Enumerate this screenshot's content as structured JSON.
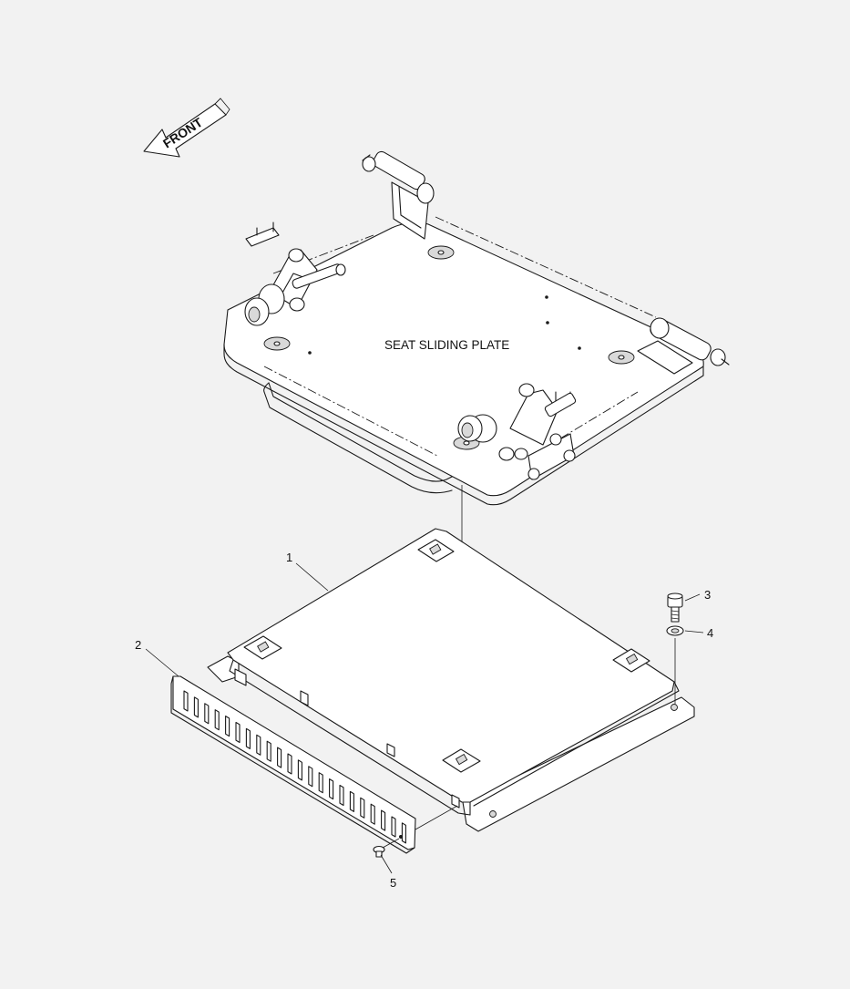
{
  "direction_arrow": {
    "label": "FRONT"
  },
  "assembly": {
    "label": "SEAT SLIDING PLATE"
  },
  "callouts": [
    {
      "number": "1"
    },
    {
      "number": "2"
    },
    {
      "number": "3"
    },
    {
      "number": "4"
    },
    {
      "number": "5"
    }
  ],
  "colors": {
    "background": "#f2f2f2",
    "line": "#1a1a1a",
    "fill": "#ffffff"
  }
}
